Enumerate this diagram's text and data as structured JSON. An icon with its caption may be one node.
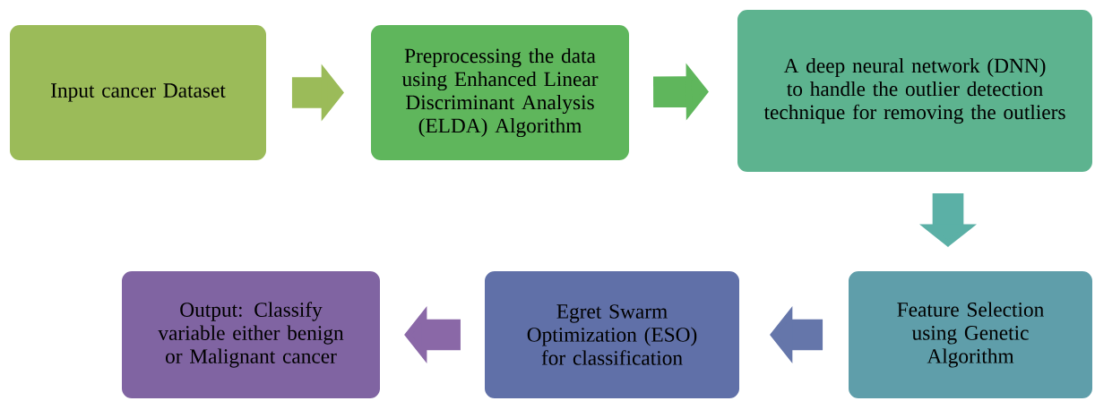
{
  "diagram": {
    "nodes": [
      {
        "text": [
          "Input cancer Dataset"
        ]
      },
      {
        "text": [
          "Preprocessing the data using Enhanced Linear Discriminant Analysis (ELDA) Algorithm"
        ]
      },
      {
        "text": [
          "A deep neural network (DNN) to handle the outlier detection technique for removing the outliers"
        ]
      },
      {
        "text": [
          "Feature Selection using Genetic Algorithm"
        ]
      },
      {
        "text": [
          "Egret Swarm Optimization (ESO) for classification"
        ]
      },
      {
        "text": [
          "Output: Classify variable either benign or Malignant cancer"
        ]
      }
    ],
    "edges": [
      {
        "from": 0,
        "to": 1,
        "arrow": "to",
        "color": "#9bbb59"
      },
      {
        "from": 1,
        "to": 2,
        "arrow": "to",
        "color": "#5fb65c"
      },
      {
        "from": 2,
        "to": 3,
        "arrow": "to",
        "color": "#5bb0a6"
      },
      {
        "from": 3,
        "to": 4,
        "arrow": "to",
        "color": "#6576aa"
      },
      {
        "from": 4,
        "to": 5,
        "arrow": "to",
        "color": "#8a68a7"
      }
    ]
  }
}
